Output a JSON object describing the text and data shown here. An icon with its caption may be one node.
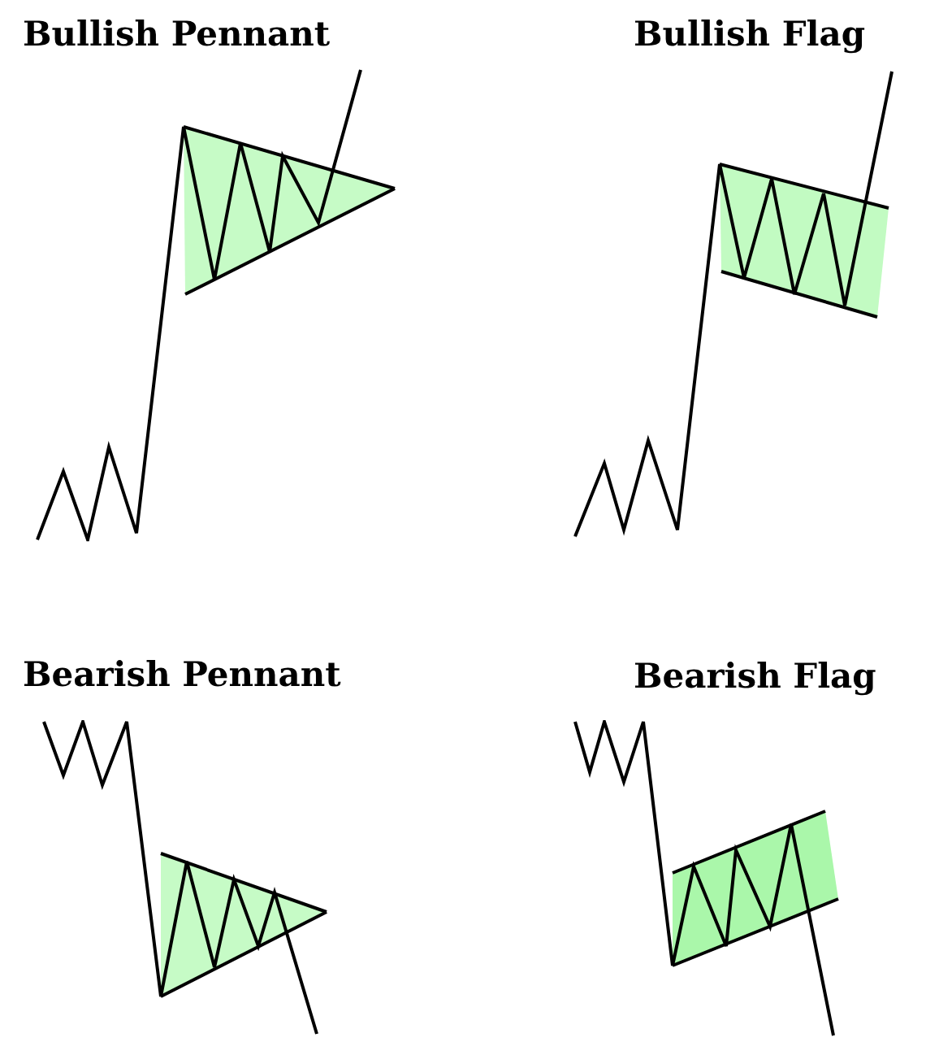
{
  "diagram": {
    "labels": [
      "Bullish Pennant",
      "Bullish Flag",
      "Bearish Pennant",
      "Bearish Flag"
    ]
  }
}
